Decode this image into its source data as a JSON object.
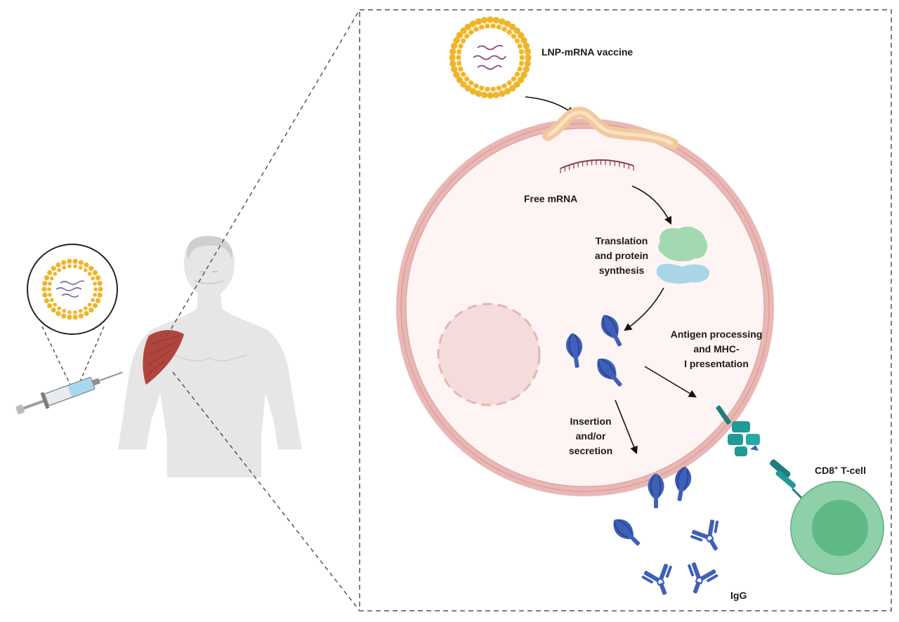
{
  "labels": {
    "lnp_vaccine": "LNP-mRNA vaccine",
    "free_mrna": "Free mRNA",
    "translation": [
      "Translation",
      "and protein",
      "synthesis"
    ],
    "antigen_processing": [
      "Antigen processing",
      "and MHC-",
      "I presentation"
    ],
    "insertion": [
      "Insertion",
      "and/or",
      "secretion"
    ],
    "cd8_prefix": "CD8",
    "cd8_sup": "+",
    "cd8_suffix": " T-cell",
    "igg": "IgG"
  },
  "colors": {
    "cell_membrane": "#e9b7b4",
    "cell_interior": "#fdf4f3",
    "membrane_fusion": "#f3c99c",
    "lipid_head": "#f0b429",
    "protein_blue": "#3f5fb8",
    "tcell_green": "#8fd0a8",
    "tcell_nucleus": "#5fb985",
    "mhc_teal": "#1f9a96",
    "ribosome_green": "#a3d9b1",
    "ribosome_blue": "#a9d5e8",
    "muscle_red": "#b0453f"
  }
}
